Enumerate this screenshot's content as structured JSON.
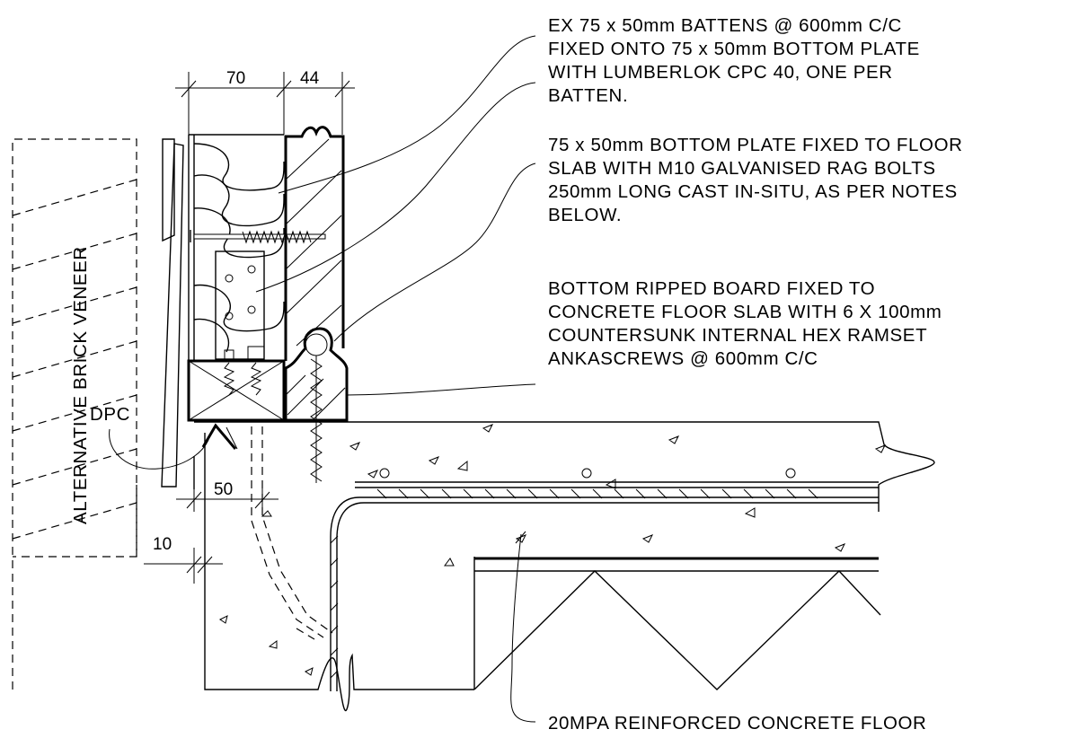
{
  "notes": {
    "battens": [
      "EX 75 x 50mm BATTENS @ 600mm C/C",
      "FIXED ONTO 75 x 50mm BOTTOM PLATE",
      "WITH LUMBERLOK CPC 40, ONE PER",
      "BATTEN."
    ],
    "bottom_plate": [
      "75 x 50mm BOTTOM PLATE FIXED TO FLOOR",
      "SLAB WITH M10 GALVANISED RAG BOLTS",
      "250mm LONG CAST IN-SITU, AS PER NOTES",
      "BELOW."
    ],
    "ripped_board": [
      "BOTTOM RIPPED BOARD FIXED TO",
      "CONCRETE FLOOR SLAB WITH 6 X 100mm",
      "COUNTERSUNK INTERNAL HEX RAMSET",
      "ANKASCREWS @ 600mm C/C"
    ],
    "floor": "20MPA REINFORCED CONCRETE FLOOR"
  },
  "labels": {
    "brick_veneer": "ALTERNATIVE BRICK VENEER",
    "dpc": "DPC"
  },
  "dimensions": {
    "d70": "70",
    "d44": "44",
    "d50": "50",
    "d10": "10"
  }
}
